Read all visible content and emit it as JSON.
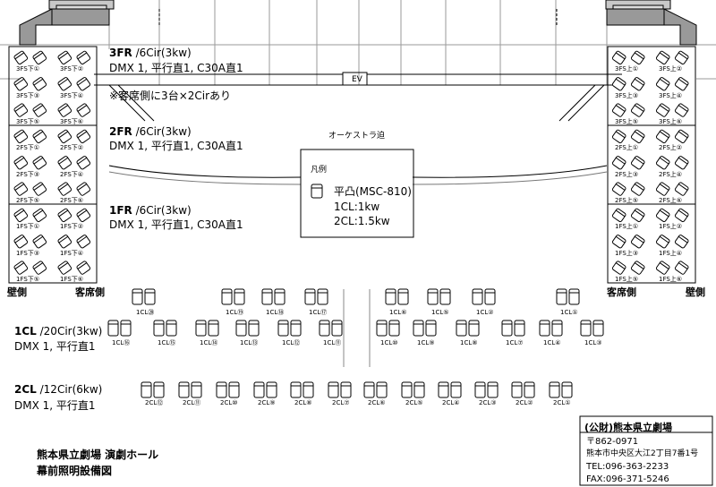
{
  "floors": [
    {
      "key": "3f",
      "title": "3FR",
      "suffix": " /6Cir(3kw)",
      "spec": "DMX 1, 平行直1, C30A直1",
      "note": "※客席側に3台×2Cirあり"
    },
    {
      "key": "2f",
      "title": "2FR",
      "suffix": " /6Cir(3kw)",
      "spec": "DMX 1, 平行直1, C30A直1"
    },
    {
      "key": "1f",
      "title": "1FR",
      "suffix": " /6Cir(3kw)",
      "spec": "DMX 1, 平行直1, C30A直1"
    }
  ],
  "left_tower": {
    "3f": [
      "3FS下①",
      "3FS下②",
      "3FS下③",
      "3FS下④",
      "3FS下⑤",
      "3FS下⑥"
    ],
    "2f": [
      "2FS下①",
      "2FS下②",
      "2FS下③",
      "2FS下④",
      "2FS下⑤",
      "2FS下⑥"
    ],
    "1f": [
      "1FS下①",
      "1FS下②",
      "1FS下③",
      "1FS下④",
      "1FS下⑤",
      "1FS下⑥"
    ]
  },
  "right_tower": {
    "3f": [
      "3FS上①",
      "3FS上②",
      "3FS上③",
      "3FS上④",
      "3FS上⑤",
      "3FS上⑥"
    ],
    "2f": [
      "2FS上①",
      "2FS上②",
      "2FS上③",
      "2FS上④",
      "2FS上⑤",
      "2FS上⑥"
    ],
    "1f": [
      "1FS上①",
      "1FS上②",
      "1FS上③",
      "1FS上④",
      "1FS上⑤",
      "1FS上⑥"
    ]
  },
  "ev_label": "EV",
  "orchestra_label": "オーケストラ迫",
  "legend": {
    "title": "凡例",
    "fixture": "平凸(MSC-810)",
    "line1": "1CL:1kw",
    "line2": "2CL:1.5kw"
  },
  "side_labels": {
    "wall": "壁側",
    "audience": "客席側"
  },
  "cl1_title": "1CL",
  "cl1_suffix": " /20Cir(3kw)",
  "cl1_spec": "DMX 1, 平行直1",
  "cl2_title": "2CL",
  "cl2_suffix": " /12Cir(6kw)",
  "cl2_spec": "DMX 1, 平行直1",
  "cl1_row1": [
    "1CL⑳",
    "1CL⑲",
    "1CL⑱",
    "1CL⑰",
    "1CL⑥",
    "1CL⑤",
    "1CL②",
    "1CL①"
  ],
  "cl1_row2": [
    "1CL⑯",
    "1CL⑮",
    "1CL⑭",
    "1CL⑬",
    "1CL⑫",
    "1CL⑪",
    "1CL⑩",
    "1CL⑨",
    "1CL⑧",
    "1CL⑦",
    "1CL④",
    "1CL③"
  ],
  "cl2_row": [
    "2CL⑫",
    "2CL⑪",
    "2CL⑩",
    "2CL⑨",
    "2CL⑧",
    "2CL⑦",
    "2CL⑥",
    "2CL⑤",
    "2CL④",
    "2CL③",
    "2CL②",
    "2CL①"
  ],
  "title_line1": "熊本県立劇場 演劇ホール",
  "title_line2": "幕前照明設備図",
  "info": {
    "org": "(公財)熊本県立劇場",
    "zip": "〒862-0971",
    "addr": "熊本市中央区大江2丁目7番1号",
    "tel": "TEL:096-363-2233",
    "fax": "FAX:096-371-5246"
  }
}
